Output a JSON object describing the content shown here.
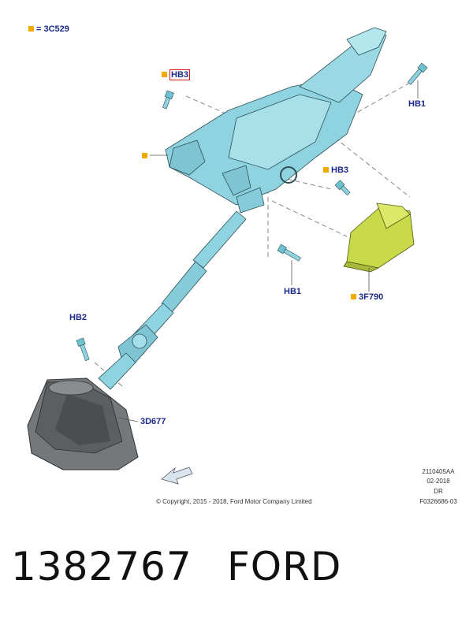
{
  "legend": {
    "equals_text": "= 3C529"
  },
  "callouts": {
    "hb3_boxed": "HB3",
    "hb3_right": "HB3",
    "hb1_top": "HB1",
    "hb1_bottom": "HB1",
    "hb2": "HB2",
    "part_3f790": "3F790",
    "part_3d677": "3D677"
  },
  "meta": {
    "code": "2110405AA",
    "date": "02-2018",
    "initials": "DR",
    "figure_no": "F0326686-03",
    "copyright": "© Copyright, 2015 - 2018, Ford Motor Company Limited"
  },
  "footer": {
    "part_number": "1382767",
    "brand": "FORD"
  },
  "colors": {
    "label_blue": "#1b2a8a",
    "marker_orange": "#f2a900",
    "column_cyan": "#8fd3e0",
    "module_green": "#c8d94a",
    "boot_gray": "#6b6e70",
    "highlight_red": "#d81b1b"
  }
}
